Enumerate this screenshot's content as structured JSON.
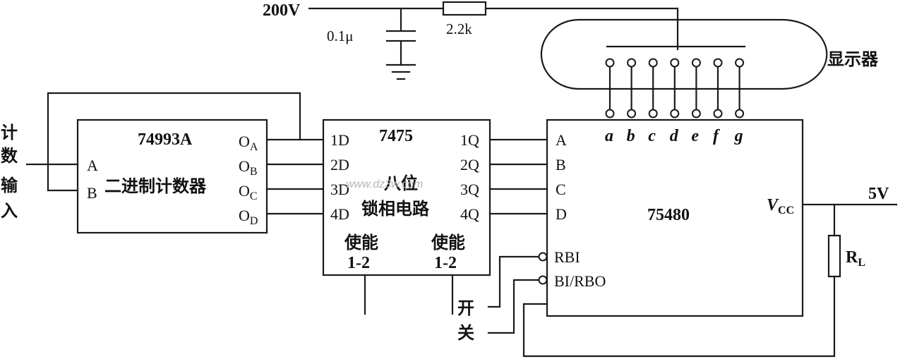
{
  "top": {
    "supply_label": "200V",
    "capacitor_label": "0.1μ",
    "resistor_label": "2.2k"
  },
  "display": {
    "label": "显示器"
  },
  "input": {
    "chars": [
      "计",
      "数",
      "输",
      "入"
    ]
  },
  "counter": {
    "name": "74993A",
    "desc": "二进制计数器",
    "pins_in": [
      "A",
      "B"
    ],
    "pins_out": [
      {
        "letter": "O",
        "sub": "A"
      },
      {
        "letter": "O",
        "sub": "B"
      },
      {
        "letter": "O",
        "sub": "C"
      },
      {
        "letter": "O",
        "sub": "D"
      }
    ]
  },
  "latch": {
    "name": "7475",
    "desc1": "八位",
    "desc2": "锁相电路",
    "pins_in": [
      "1D",
      "2D",
      "3D",
      "4D"
    ],
    "pins_out": [
      "1Q",
      "2Q",
      "3Q",
      "4Q"
    ],
    "enable_left": [
      "使能",
      "1-2"
    ],
    "enable_right": [
      "使能",
      "1-2"
    ]
  },
  "decoder": {
    "name": "75480",
    "pins_in": [
      "A",
      "B",
      "C",
      "D"
    ],
    "control_pins": [
      "RBI",
      "BI/RBO"
    ],
    "segments": [
      "a",
      "b",
      "c",
      "d",
      "e",
      "f",
      "g"
    ],
    "vcc": {
      "letter": "V",
      "sub": "CC"
    }
  },
  "supply5v": "5V",
  "resistor_load": {
    "letter": "R",
    "sub": "L"
  },
  "switch_chars": [
    "开",
    "关"
  ],
  "watermark": "www.dz3w.com"
}
